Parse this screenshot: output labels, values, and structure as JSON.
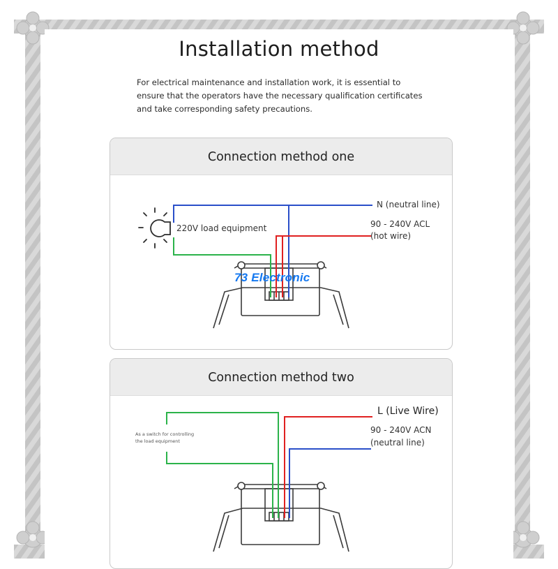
{
  "title": "Installation method",
  "intro": [
    "For electrical maintenance and installation work, it is essential to",
    "ensure that the operators have the necessary qualification certificates",
    "and take corresponding safety precautions."
  ],
  "method_one": {
    "heading": "Connection method one",
    "load_label": "220V load equipment",
    "neutral_label": "N (neutral line)",
    "voltage_label": "90 - 240V ACL",
    "hot_label": "(hot wire)"
  },
  "method_two": {
    "heading": "Connection method two",
    "switch_label_1": "As a switch for controlling",
    "switch_label_2": "the load equipment",
    "live_label": "L (Live Wire)",
    "voltage_label": "90 - 240V ACN",
    "neutral_label": "(neutral line)"
  },
  "watermark": "73 Electronic",
  "colors": {
    "neutral_wire": "#2a4fc9",
    "hot_wire": "#e02020",
    "green_wire": "#2bb34a",
    "card_header": "#ececec",
    "watermark": "#1478f0"
  },
  "icons": [
    "light-bulb-icon"
  ]
}
